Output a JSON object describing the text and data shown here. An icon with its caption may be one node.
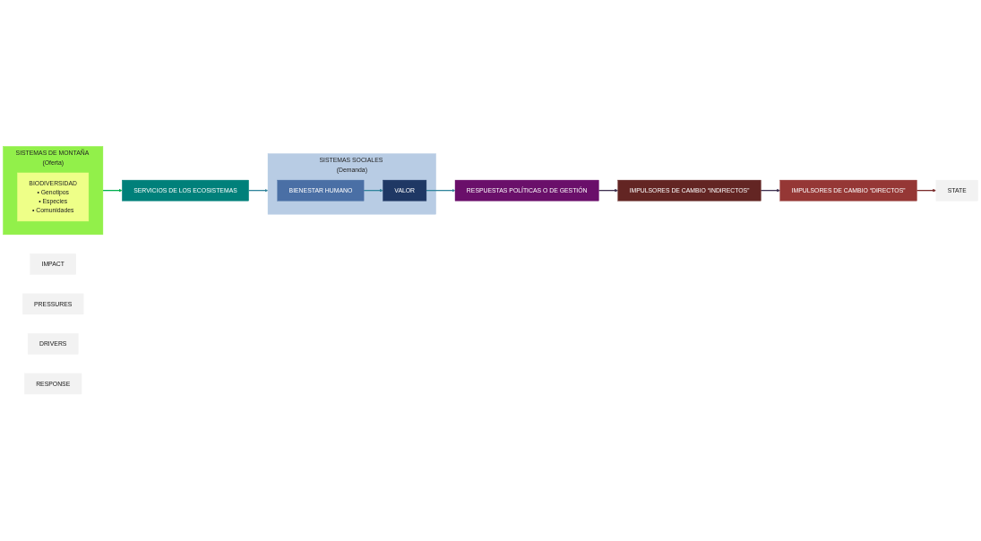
{
  "diagram": {
    "nodes": [
      {
        "text": [
          "SISTEMAS DE MONTAÑA (Oferta)"
        ]
      },
      {
        "text": [
          "BIODIVERSIDAD",
          "• Genotipos",
          "• Especies",
          "• Comunidades"
        ],
        "in": 0
      },
      {
        "text": [
          "SERVICIOS DE LOS ECOSISTEMAS"
        ]
      },
      {
        "text": [
          "SISTEMAS SOCIALES (Demanda)"
        ]
      },
      {
        "text": [
          "BIENESTAR HUMANO"
        ],
        "in": 3
      },
      {
        "text": [
          "VALOR"
        ],
        "in": 3
      },
      {
        "text": [
          "STATE"
        ]
      },
      {
        "text": [
          "IMPACT"
        ]
      },
      {
        "text": [
          "IMPULSORES DE CAMBIO “DIRECTOS”"
        ]
      },
      {
        "text": [
          "IMPULSORES DE CAMBIO “INDIRECTOS”"
        ]
      },
      {
        "text": [
          "RESPUESTAS POLÍTICAS O DE GESTIÓN"
        ]
      },
      {
        "text": [
          "PRESSURES"
        ]
      },
      {
        "text": [
          "DRIVERS"
        ]
      },
      {
        "text": [
          "RESPONSE"
        ]
      }
    ],
    "edges": [
      {
        "from": 0,
        "to": 2,
        "arrow": "to",
        "color": "#00b050"
      },
      {
        "from": 2,
        "to": 3,
        "arrow": "to",
        "color": "#31859c"
      },
      {
        "from": 4,
        "to": 5,
        "arrow": "to",
        "color": "#31859c"
      },
      {
        "from": 5,
        "to": 10,
        "arrow": "to",
        "color": "#31859c"
      },
      {
        "from": 10,
        "to": 9,
        "arrow": "to",
        "color": "#3f3151"
      },
      {
        "from": 9,
        "to": 8,
        "arrow": "to",
        "color": "#3f3151"
      },
      {
        "from": 8,
        "to": 6,
        "arrow": "to",
        "color": "#7b2c2c"
      }
    ]
  }
}
